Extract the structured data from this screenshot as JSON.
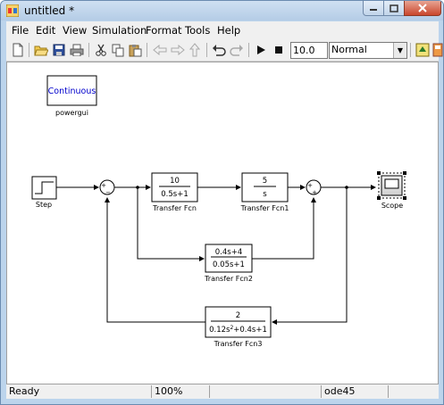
{
  "window": {
    "title": "untitled *"
  },
  "menu": [
    "File",
    "Edit",
    "View",
    "Simulation",
    "Format",
    "Tools",
    "Help"
  ],
  "toolbar": {
    "stop_time": "10.0",
    "sim_mode": "Normal"
  },
  "blocks": {
    "powergui": {
      "content": "Continuous",
      "label": "powergui"
    },
    "step": {
      "label": "Step"
    },
    "tf": {
      "num": "10",
      "den": "0.5s+1",
      "label": "Transfer Fcn"
    },
    "tf1": {
      "num": "5",
      "den": "s",
      "label": "Transfer Fcn1"
    },
    "tf2": {
      "num": "0.4s+4",
      "den": "0.05s+1",
      "label": "Transfer Fcn2"
    },
    "tf3": {
      "num": "2",
      "den_a": "0.12s",
      "den_exp": "2",
      "den_b": "+0.4s+1",
      "label": "Transfer Fcn3"
    },
    "sum1": {
      "plus": "+",
      "minus": "−"
    },
    "sum2": {
      "plus": "+",
      "plus2": "+"
    },
    "scope": {
      "label": "Scope"
    }
  },
  "status": {
    "ready": "Ready",
    "zoom": "100%",
    "solver": "ode45"
  }
}
